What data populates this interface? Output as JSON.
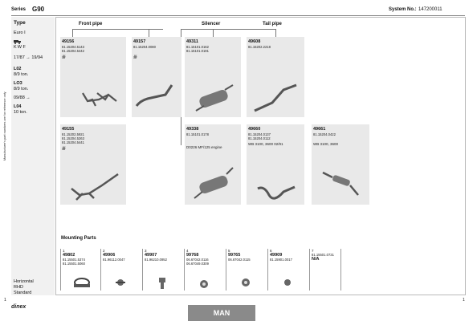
{
  "header": {
    "series_label": "Series",
    "series_value": "G90",
    "system_label": "System No.:",
    "system_value": "147200011"
  },
  "sidebar": {
    "type_label": "Type",
    "euro": "Euro I",
    "kw": "K W F",
    "years": "17/87 → 19/94",
    "l02": "L02",
    "l02_ton": "8/9 ton.",
    "lo3": "LO3",
    "lo3_ton": "8/9 ton.",
    "year2": "09/88 →",
    "l04": "L04",
    "l04_ton": "10 ton.",
    "horizontal": "Horizontal",
    "rhd": "RHD",
    "standard": "Standard",
    "vertical_note": "Manufacturer's part numbers are for reference only"
  },
  "sections": {
    "front_pipe": "Front pipe",
    "silencer": "Silencer",
    "tail_pipe": "Tail pipe"
  },
  "cards": [
    {
      "num": "49156",
      "sub": [
        "81.15204.5143",
        "81.15204.5442"
      ],
      "note": "∰"
    },
    {
      "num": "49157",
      "sub": [
        "81.15204.0080"
      ],
      "note": "∰"
    },
    {
      "num": "49311",
      "sub": [
        "81.15101.0162",
        "81.15101.0191"
      ],
      "note": ""
    },
    {
      "num": "49608",
      "sub": [
        "81.15202.2218"
      ],
      "note": ""
    },
    {
      "num": "49155",
      "sub": [
        "81.15202.5921",
        "81.15204.5263",
        "81.15204.5441"
      ],
      "note": "∰"
    },
    {
      "num": "49338",
      "sub": [
        "81.15101.0178"
      ],
      "note": "D0226 MF/125 engine"
    },
    {
      "num": "49660",
      "sub": [
        "81.15204.0137",
        "81.15204.0112"
      ],
      "note": "WB 3100, 3600 02/91"
    },
    {
      "num": "49661",
      "sub": [
        "81.15204.0422"
      ],
      "note": "WB 3100, 3600"
    }
  ],
  "mounting": {
    "title": "Mounting Parts",
    "items": [
      {
        "idx": "1",
        "num": "49802",
        "sub": [
          "81.15501.5374",
          "81.15501.5060"
        ]
      },
      {
        "idx": "2",
        "num": "49906",
        "sub": [
          "81.96112.0047"
        ]
      },
      {
        "idx": "3",
        "num": "49907",
        "sub": [
          "81.96210.0952"
        ]
      },
      {
        "idx": "4",
        "num": "99768",
        "sub": [
          "06.67042.0116",
          "06.67049.0309"
        ]
      },
      {
        "idx": "5",
        "num": "99765",
        "sub": [
          "06.67042.0115"
        ]
      },
      {
        "idx": "6",
        "num": "49909",
        "sub": [
          "81.15901.0017"
        ]
      },
      {
        "idx": "7",
        "num": "81.15501.0731",
        "sub": [
          "N/A"
        ]
      }
    ]
  },
  "footer": {
    "brand": "MAN",
    "logo": "dinex",
    "page": "1"
  }
}
